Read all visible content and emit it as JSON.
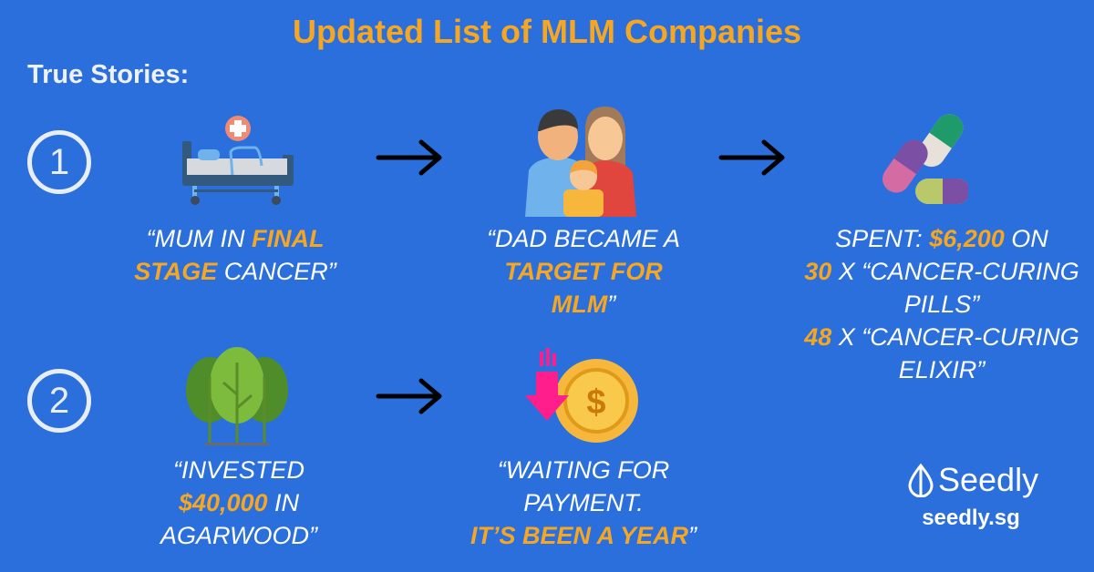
{
  "title": "Updated List of MLM Companies",
  "subtitle": "True Stories:",
  "stories": [
    {
      "number": "1"
    },
    {
      "number": "2"
    }
  ],
  "quotes": [
    {
      "lines": [
        [
          {
            "t": "“MUM IN ",
            "hl": false
          },
          {
            "t": "FINAL",
            "hl": true
          }
        ],
        [
          {
            "t": "STAGE",
            "hl": true
          },
          {
            "t": " CANCER”",
            "hl": false
          }
        ]
      ]
    },
    {
      "lines": [
        [
          {
            "t": "“DAD BECAME A",
            "hl": false
          }
        ],
        [
          {
            "t": "TARGET FOR",
            "hl": true
          }
        ],
        [
          {
            "t": "MLM",
            "hl": true
          },
          {
            "t": "”",
            "hl": false
          }
        ]
      ]
    },
    {
      "lines": [
        [
          {
            "t": "SPENT: ",
            "hl": false
          },
          {
            "t": "$6,200",
            "hl": true
          },
          {
            "t": " ON",
            "hl": false
          }
        ],
        [
          {
            "t": "30",
            "hl": true
          },
          {
            "t": " X “CANCER-CURING",
            "hl": false
          }
        ],
        [
          {
            "t": "PILLS”",
            "hl": false
          }
        ],
        [
          {
            "t": "48",
            "hl": true
          },
          {
            "t": " X “CANCER-CURING",
            "hl": false
          }
        ],
        [
          {
            "t": "ELIXIR”",
            "hl": false
          }
        ]
      ]
    },
    {
      "lines": [
        [
          {
            "t": "“INVESTED",
            "hl": false
          }
        ],
        [
          {
            "t": "$40,000",
            "hl": true
          },
          {
            "t": " IN",
            "hl": false
          }
        ],
        [
          {
            "t": "AGARWOOD”",
            "hl": false
          }
        ]
      ]
    },
    {
      "lines": [
        [
          {
            "t": "“WAITING FOR",
            "hl": false
          }
        ],
        [
          {
            "t": "PAYMENT.",
            "hl": false
          }
        ],
        [
          {
            "t": "IT’S BEEN A YEAR",
            "hl": true
          },
          {
            "t": "”",
            "hl": false
          }
        ]
      ]
    }
  ],
  "brand": {
    "name": "Seedly",
    "site": "seedly.sg"
  },
  "colors": {
    "background": "#2a6fdb",
    "accent": "#f5a623"
  }
}
